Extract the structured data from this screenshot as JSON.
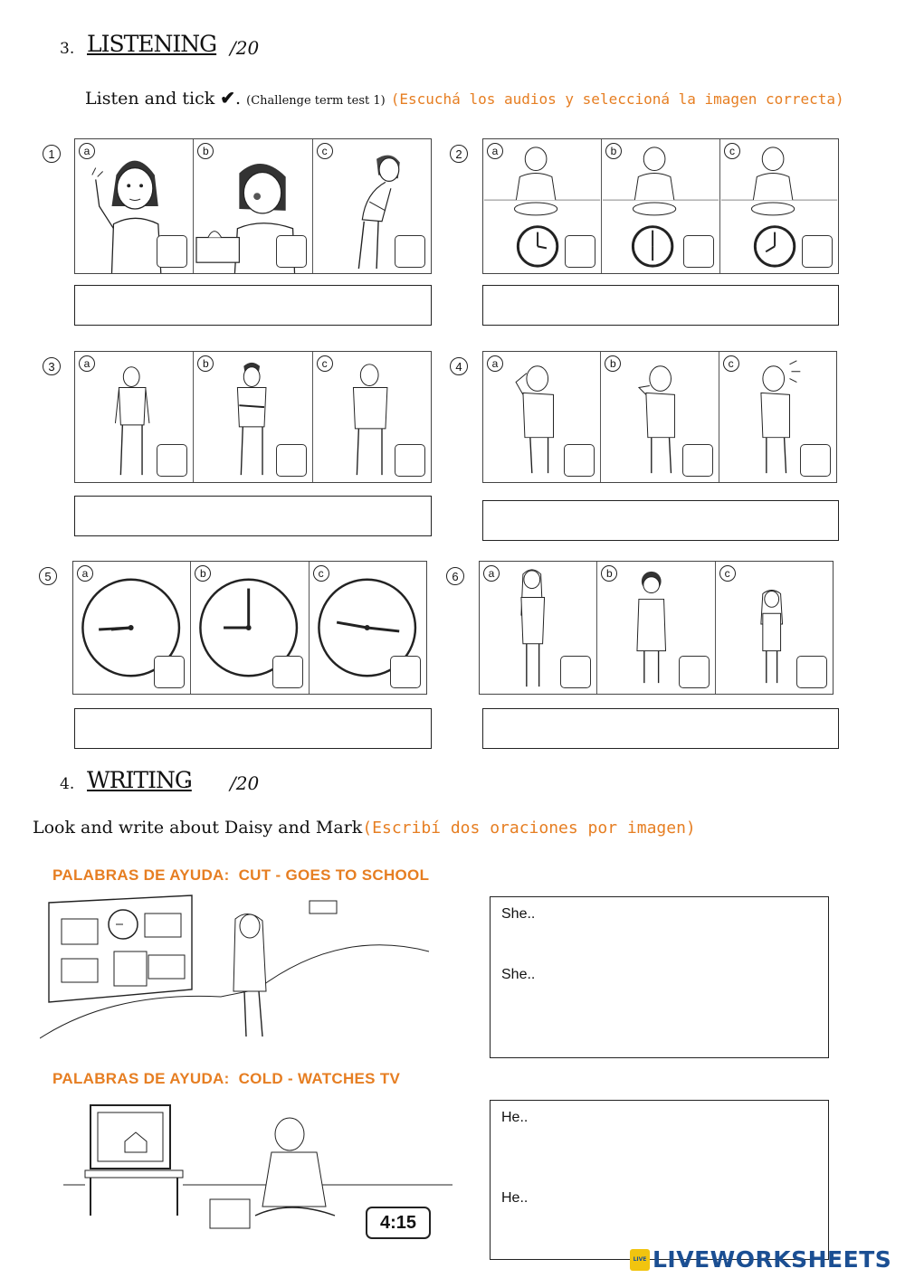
{
  "listening": {
    "number": "3.",
    "title": "LISTENING",
    "score": "/20",
    "instruction_start": "Listen and tick",
    "tick_mark": "✔",
    "instruction_dot": ".",
    "instruction_note": "(Challenge term test 1)",
    "instruction_spanish": "(Escuchá los audios y seleccioná la imagen correcta)",
    "questions": [
      {
        "number": "1",
        "letters": [
          "a",
          "b",
          "c"
        ]
      },
      {
        "number": "2",
        "letters": [
          "a",
          "b",
          "c"
        ]
      },
      {
        "number": "3",
        "letters": [
          "a",
          "b",
          "c"
        ]
      },
      {
        "number": "4",
        "letters": [
          "a",
          "b",
          "c"
        ]
      },
      {
        "number": "5",
        "letters": [
          "a",
          "b",
          "c"
        ]
      },
      {
        "number": "6",
        "letters": [
          "a",
          "b",
          "c"
        ]
      }
    ]
  },
  "writing": {
    "number": "4.",
    "title": "WRITING",
    "colon": ":",
    "score": "/20",
    "instruction": "Look and write about Daisy and Mark",
    "instruction_spanish": "(Escribí dos oraciones por imagen)",
    "tasks": [
      {
        "helper": "PALABRAS DE AYUDA:  CUT - GOES TO SCHOOL",
        "lines": [
          "She..",
          "She.."
        ]
      },
      {
        "helper": "PALABRAS DE AYUDA:  COLD - WATCHES TV",
        "lines": [
          "He..",
          "He.."
        ],
        "clock": "4:15"
      }
    ]
  },
  "brand": {
    "text": "LIVEWORKSHEETS",
    "mini": "LIVE"
  }
}
